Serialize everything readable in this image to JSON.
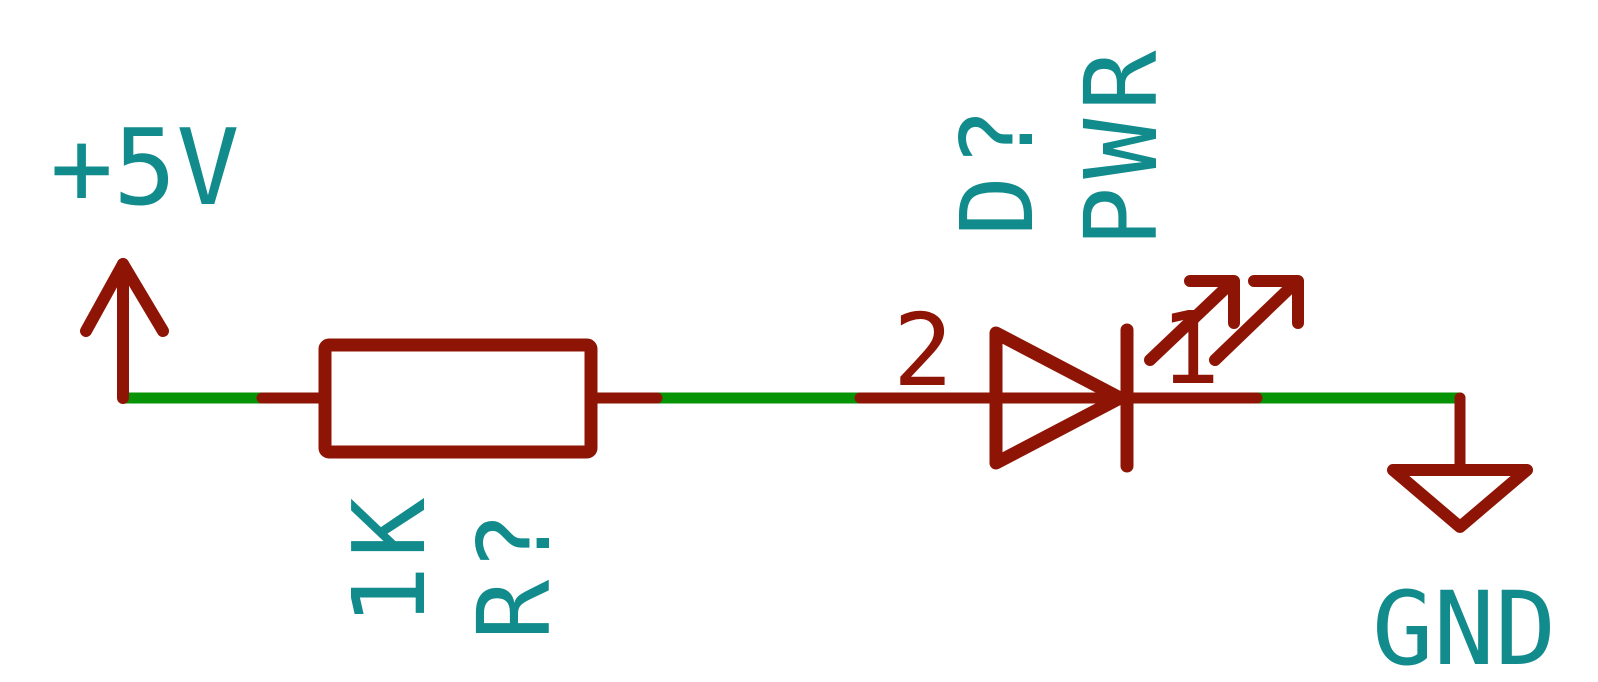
{
  "schematic": {
    "description": "LED power-indicator circuit schematic",
    "colors": {
      "symbol_red": "#8e1505",
      "wire_green": "#069406",
      "label_teal": "#128b8c",
      "background": "#ffffff"
    },
    "power_flag": {
      "net_label": "+5V"
    },
    "resistor": {
      "value": "1K",
      "reference": "R?"
    },
    "led": {
      "reference": "D?",
      "value": "PWR",
      "pin_anode_number": "2",
      "pin_cathode_number": "1"
    },
    "ground": {
      "net_label": "GND"
    }
  }
}
